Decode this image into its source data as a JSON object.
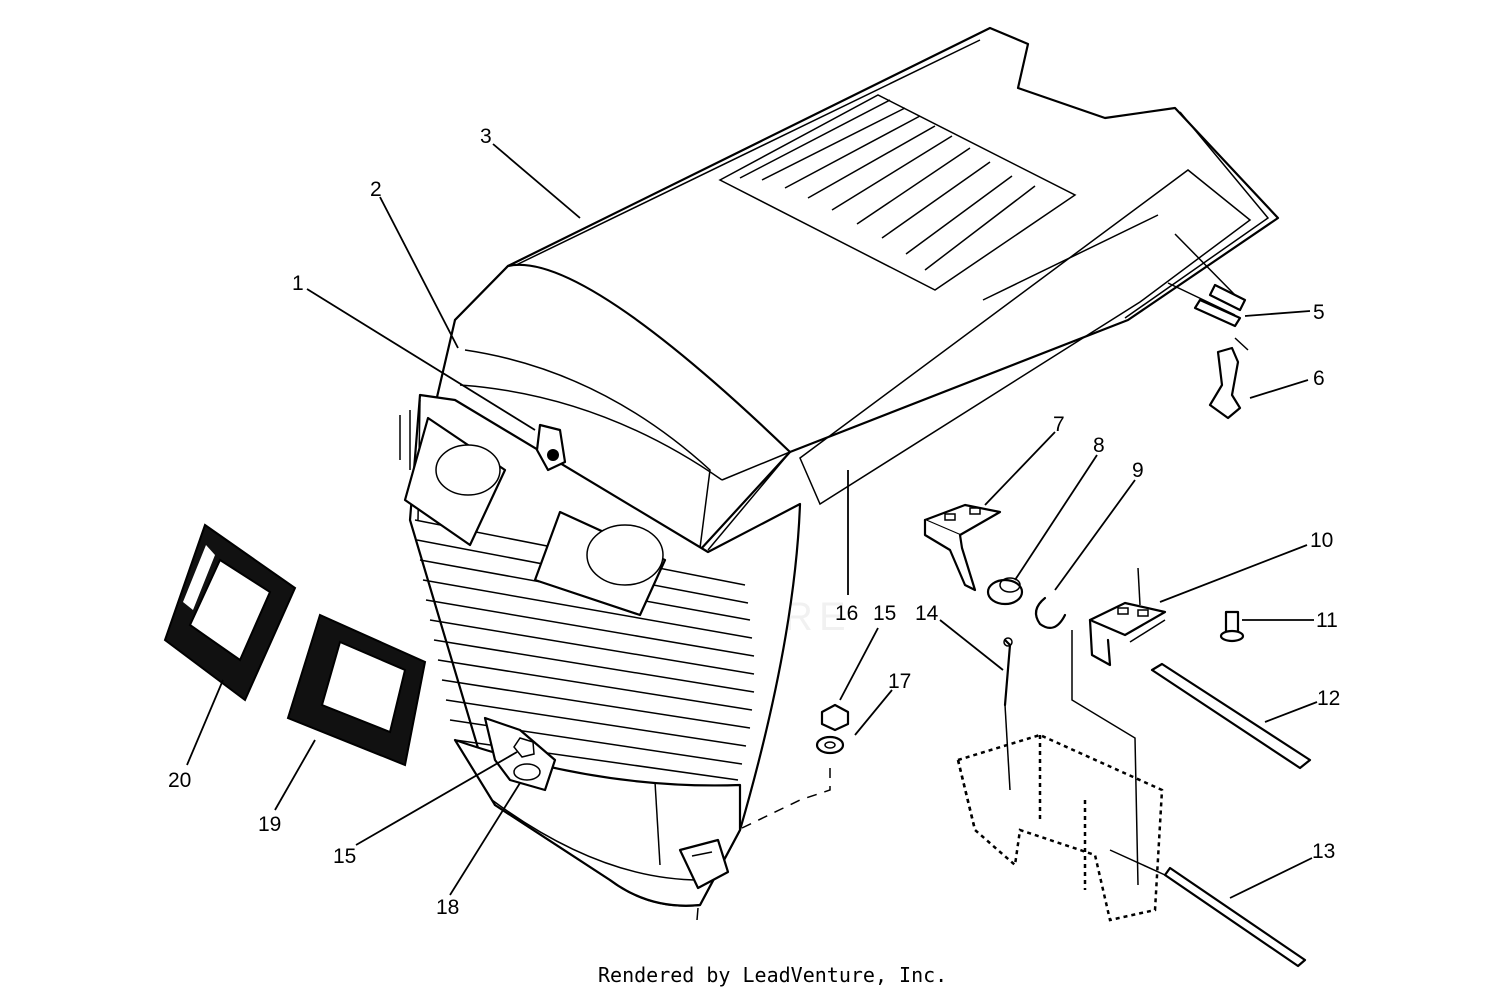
{
  "callouts": [
    "1",
    "2",
    "3",
    "5",
    "6",
    "7",
    "8",
    "9",
    "10",
    "11",
    "12",
    "13",
    "14",
    "15",
    "16",
    "15",
    "17",
    "20",
    "19",
    "18"
  ],
  "footer": {
    "credit": "Rendered by LeadVenture, Inc."
  },
  "watermark": "LEADVENTURE"
}
